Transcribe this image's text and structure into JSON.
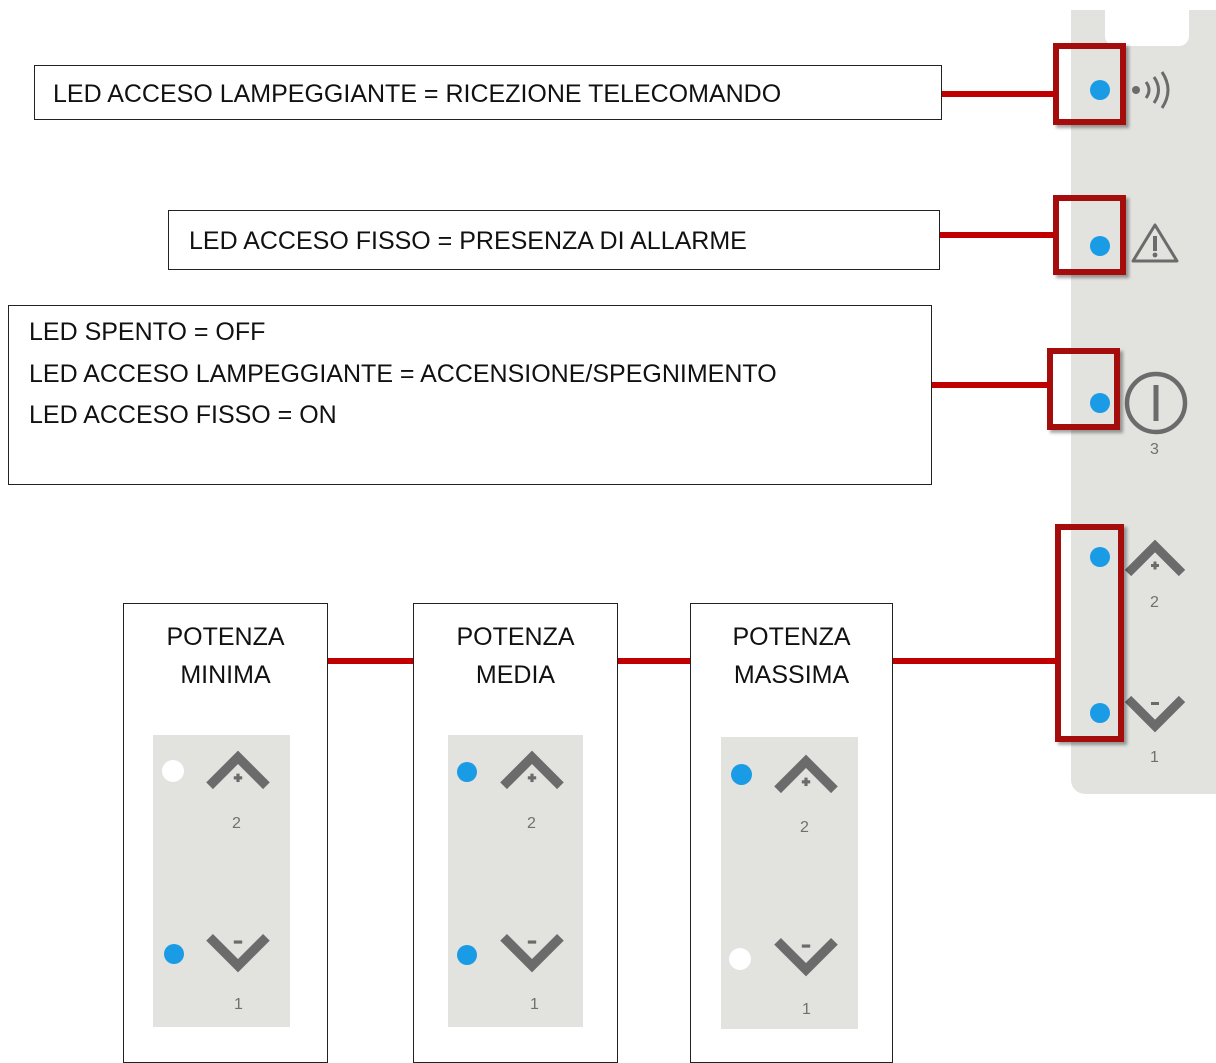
{
  "notes": {
    "remote": "LED ACCESO LAMPEGGIANTE = RICEZIONE TELECOMANDO",
    "alarm": "LED ACCESO FISSO = PRESENZA DI ALLARME",
    "power_lines": [
      "LED SPENTO = OFF",
      "LED ACCESO LAMPEGGIANTE = ACCENSIONE/SPEGNIMENTO",
      "LED ACCESO FISSO = ON"
    ]
  },
  "device_panel": {
    "power_number": "3",
    "up_number": "2",
    "down_number": "1"
  },
  "power_levels": [
    {
      "title_line1": "POTENZA",
      "title_line2": "MINIMA",
      "up_number": "2",
      "down_number": "1",
      "up_led": "off",
      "down_led": "on"
    },
    {
      "title_line1": "POTENZA",
      "title_line2": "MEDIA",
      "up_number": "2",
      "down_number": "1",
      "up_led": "on",
      "down_led": "on"
    },
    {
      "title_line1": "POTENZA",
      "title_line2": "MASSIMA",
      "up_number": "2",
      "down_number": "1",
      "up_led": "on",
      "down_led": "off"
    }
  ],
  "colors": {
    "led_on": "#1a9be6",
    "led_off": "#ffffff",
    "highlight": "#a50d0d",
    "connector": "#c00000",
    "panel": "#e2e2df",
    "icon": "#6b6b6b"
  }
}
